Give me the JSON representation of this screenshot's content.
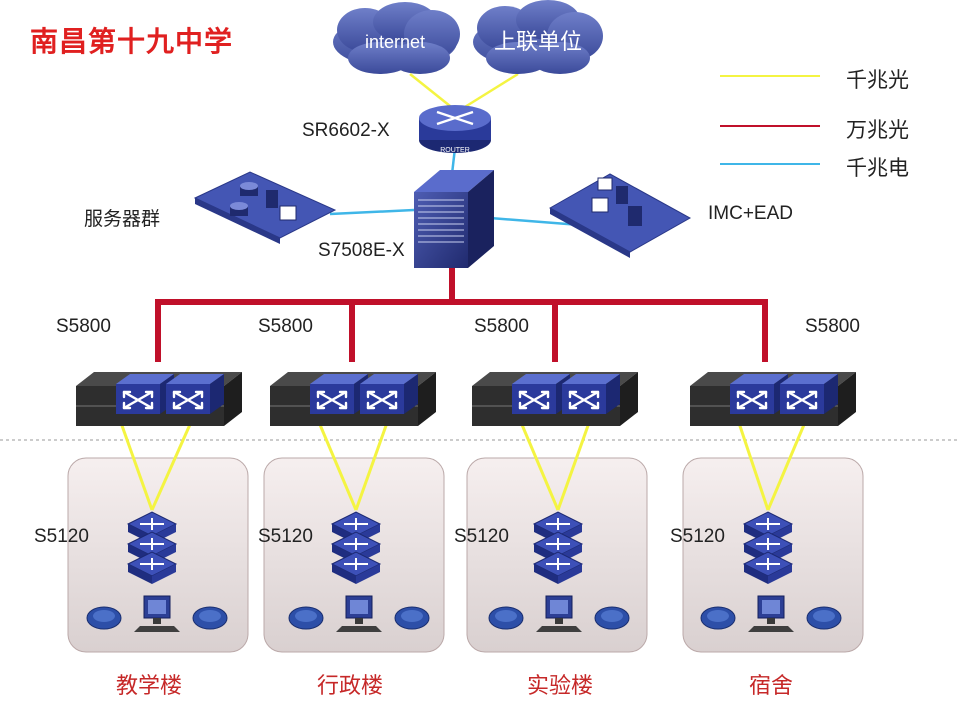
{
  "title": "南昌第十九中学",
  "clouds": {
    "internet": "internet",
    "upstream": "上联单位"
  },
  "devices": {
    "router": "SR6602-X",
    "router_badge": "ROUTER",
    "core": "S7508E-X",
    "servers": "服务器群",
    "mgmt": "IMC+EAD",
    "dist": [
      "S5800",
      "S5800",
      "S5800",
      "S5800"
    ],
    "access": [
      "S5120",
      "S5120",
      "S5120",
      "S5120"
    ]
  },
  "buildings": [
    "教学楼",
    "行政楼",
    "实验楼",
    "宿舍"
  ],
  "legend": [
    {
      "label": "千兆光",
      "color": "#f4f442"
    },
    {
      "label": "万兆光",
      "color": "#c0102a"
    },
    {
      "label": "千兆电",
      "color": "#3fb6e8"
    }
  ]
}
